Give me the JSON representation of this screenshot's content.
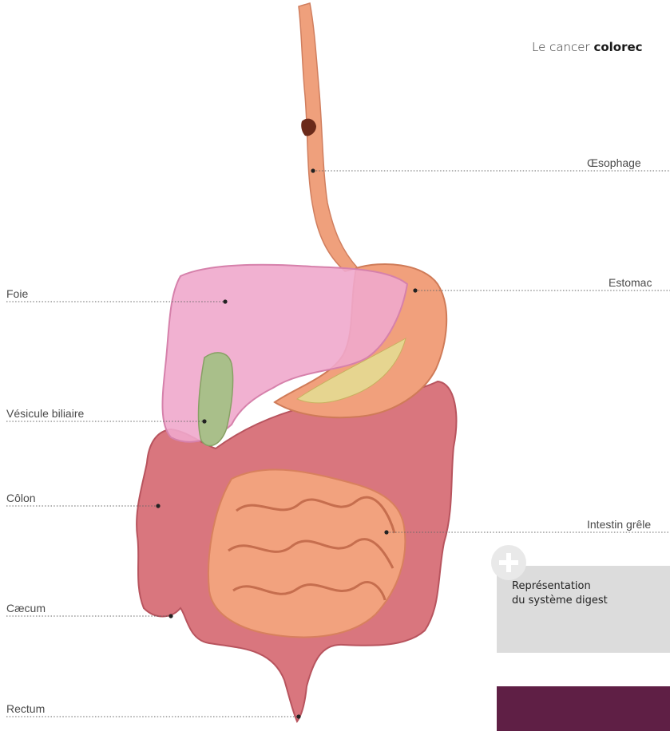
{
  "intro": {
    "prefix": "Le cancer ",
    "bold": "colorec"
  },
  "labels": {
    "oesophage": "Œsophage",
    "foie": "Foie",
    "estomac": "Estomac",
    "vesicule": "Vésicule biliaire",
    "colon": "Côlon",
    "intestin": "Intestin grêle",
    "caecum": "Cæcum",
    "rectum": "Rectum"
  },
  "note": {
    "line1": "Représentation",
    "line2": "du système digest"
  },
  "colors": {
    "accent_bar": "#5f1f45",
    "note_bg": "#dcdcdc",
    "liver": "#f0a8cc",
    "colon": "#d9767e",
    "small_intestine": "#f2a27e",
    "gallbladder": "#a9bf8a"
  },
  "icons": {
    "note_badge": "plus-circle-icon"
  }
}
